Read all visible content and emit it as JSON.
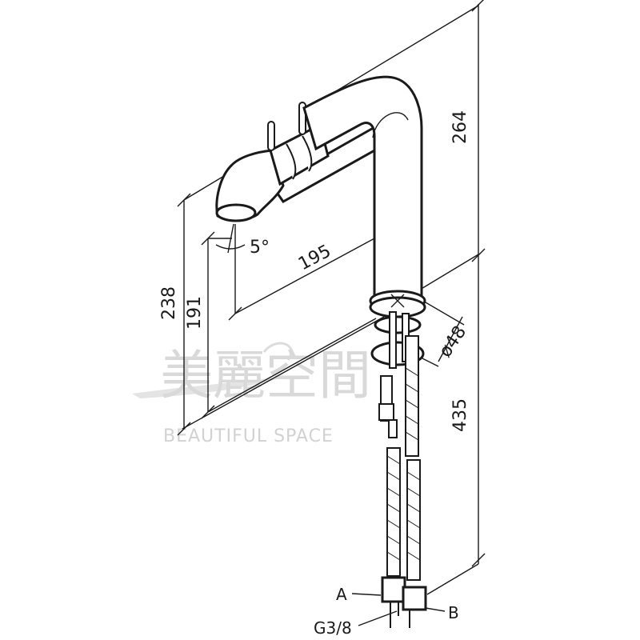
{
  "diagram": {
    "dimensions": {
      "height_top": "264",
      "height_bottom": "435",
      "spout_reach": "195",
      "spout_height_outer": "238",
      "spout_height_inner": "191",
      "spout_angle": "5°",
      "base_diameter": "ø48"
    },
    "labels": {
      "hose_a": "A",
      "hose_b": "B",
      "thread": "G3/8"
    },
    "watermark": {
      "chinese": "美麗空間",
      "english": "BEAUTIFUL SPACE"
    }
  }
}
